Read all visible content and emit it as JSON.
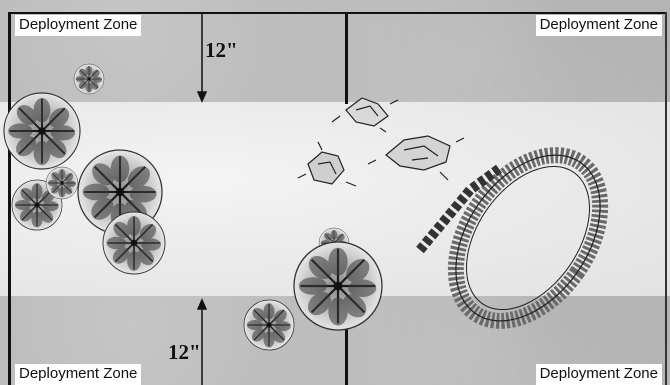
{
  "map": {
    "zones": {
      "top_left": "Deployment Zone",
      "top_right": "Deployment Zone",
      "bottom_left": "Deployment Zone",
      "bottom_right": "Deployment Zone"
    },
    "measurements": {
      "top": "12\"",
      "bottom": "12\""
    },
    "terrain": {
      "trees": [
        "tree-icon",
        "tree-icon",
        "tree-icon",
        "tree-icon",
        "tree-icon",
        "tree-icon",
        "tree-icon",
        "tree-icon",
        "tree-icon"
      ],
      "rocks": [
        "rock-icon",
        "rock-icon",
        "rock-icon"
      ],
      "ruin": "stone-circle-ruin-icon"
    },
    "colors": {
      "deployment_zone": "#b9b9b9",
      "midfield": "#ececec",
      "frame": "#111111",
      "label_bg": "#ffffff"
    }
  }
}
